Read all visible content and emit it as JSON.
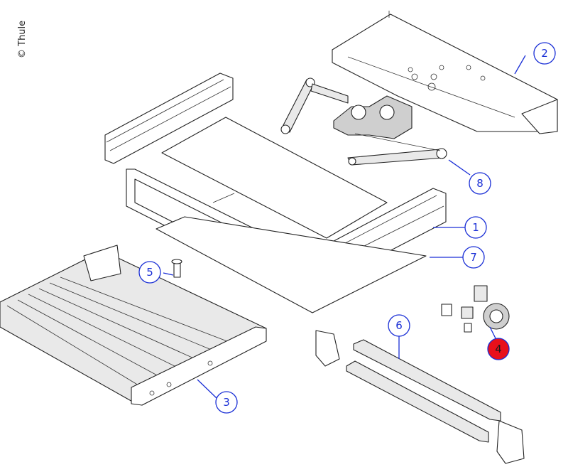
{
  "copyright": "© Thule",
  "colors": {
    "callout": "#1a2fd6",
    "highlight": "#e8101b",
    "line": "#222222"
  },
  "callouts": [
    {
      "id": "1",
      "label": "1",
      "highlighted": false
    },
    {
      "id": "2",
      "label": "2",
      "highlighted": false
    },
    {
      "id": "3",
      "label": "3",
      "highlighted": false
    },
    {
      "id": "4",
      "label": "4",
      "highlighted": true
    },
    {
      "id": "5",
      "label": "5",
      "highlighted": false
    },
    {
      "id": "6",
      "label": "6",
      "highlighted": false
    },
    {
      "id": "7",
      "label": "7",
      "highlighted": false
    },
    {
      "id": "8",
      "label": "8",
      "highlighted": false
    }
  ]
}
